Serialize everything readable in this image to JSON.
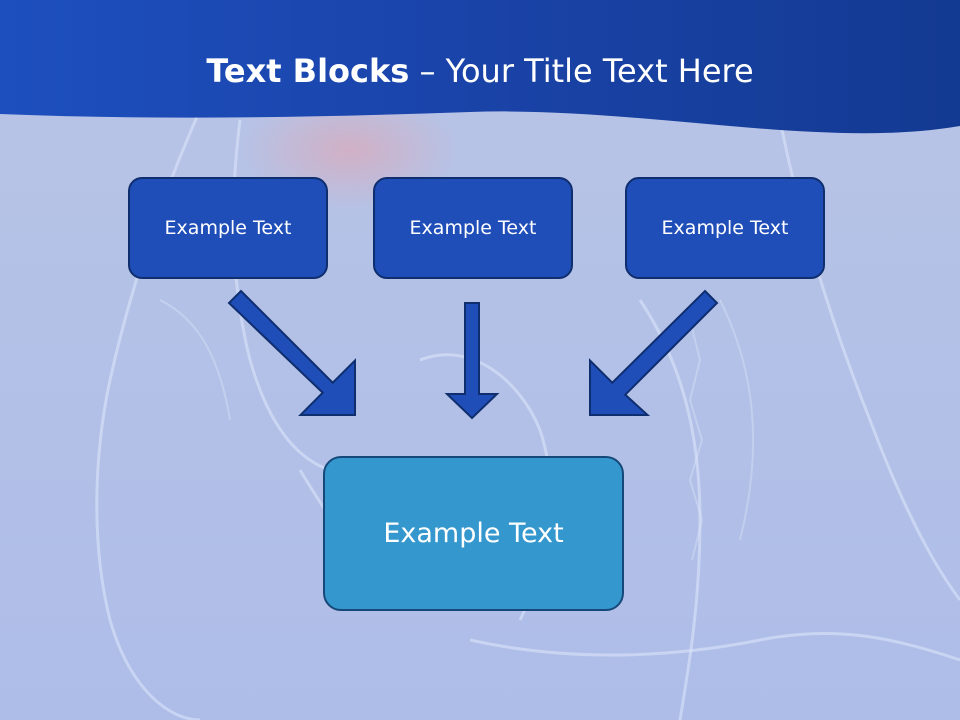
{
  "slide": {
    "title_bold": "Text Blocks",
    "title_dash": "–",
    "title_rest": "Your Title Text Here"
  },
  "diagram": {
    "top_boxes": [
      {
        "label": "Example Text"
      },
      {
        "label": "Example Text"
      },
      {
        "label": "Example Text"
      }
    ],
    "bottom_box": {
      "label": "Example Text"
    },
    "colors": {
      "header": "#1a44a8",
      "top_box": "#1f4eb9",
      "bottom_box": "#3497cd",
      "arrow": "#1f4eb9"
    }
  }
}
